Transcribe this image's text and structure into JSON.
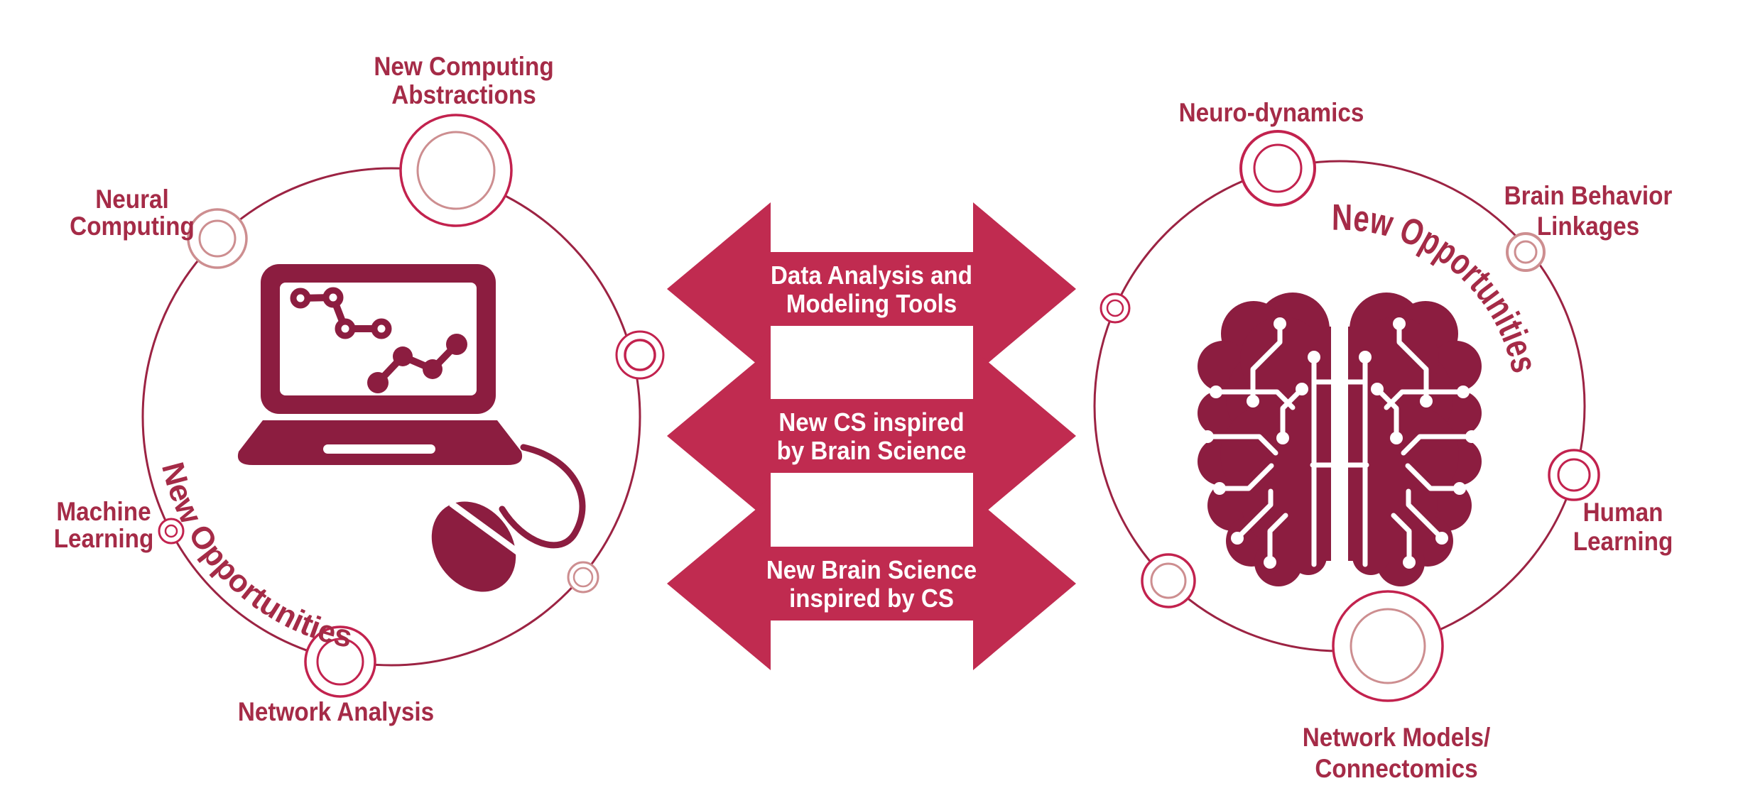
{
  "colors": {
    "maroon_icon": "#8C1D40",
    "label_text": "#A52B47",
    "arrow_fill": "#C02B50",
    "arrow_text": "#FFFFFF",
    "ring_line": "#9C2343",
    "node_crimson": "#C2224E",
    "node_salmon": "#CD8E90",
    "background": "#FFFFFF"
  },
  "icons": {
    "left_circle_icon": "laptop-analytics-icon",
    "right_circle_icon": "circuit-brain-icon"
  },
  "left_circle": {
    "curved_label": "New Opportunities",
    "labels": {
      "top": [
        "New Computing",
        "Abstractions"
      ],
      "upper_left": [
        "Neural",
        "Computing"
      ],
      "left": [
        "Machine",
        "Learning"
      ],
      "bottom": [
        "Network Analysis"
      ]
    }
  },
  "right_circle": {
    "curved_label": "New Opportunities",
    "labels": {
      "top": [
        "Neuro-dynamics"
      ],
      "upper_right": [
        "Brain Behavior",
        "Linkages"
      ],
      "right": [
        "Human",
        "Learning"
      ],
      "bottom": [
        "Network Models/",
        "Connectomics"
      ]
    }
  },
  "arrows": {
    "band1": [
      "Data Analysis and",
      "Modeling Tools"
    ],
    "band2": [
      "New CS inspired",
      "by Brain Science"
    ],
    "band3": [
      "New Brain Science",
      "inspired by CS"
    ]
  }
}
